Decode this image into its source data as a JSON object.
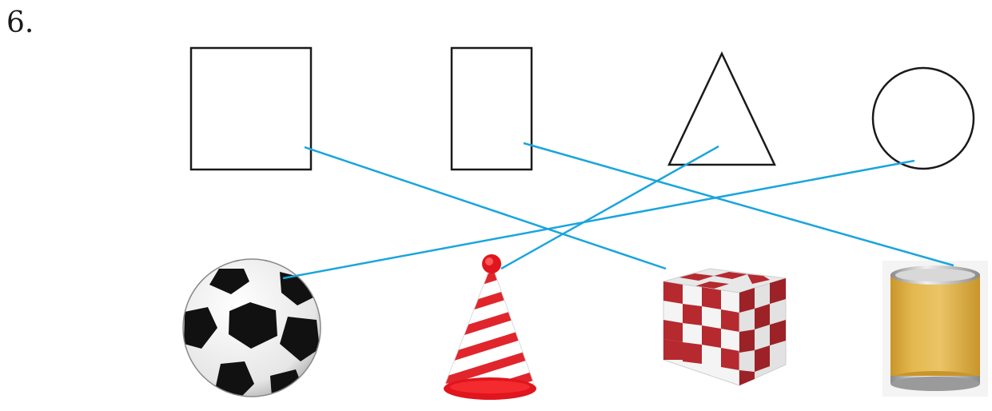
{
  "question_number": "6.",
  "line_color": "#19a5dd",
  "shapes": [
    {
      "id": "square",
      "icon": "square-icon"
    },
    {
      "id": "rectangle",
      "icon": "rectangle-icon"
    },
    {
      "id": "triangle",
      "icon": "triangle-icon"
    },
    {
      "id": "circle",
      "icon": "circle-icon"
    }
  ],
  "objects": [
    {
      "id": "soccer-ball",
      "icon": "soccer-ball-icon"
    },
    {
      "id": "party-hat",
      "icon": "party-hat-icon"
    },
    {
      "id": "checkered-cube",
      "icon": "cube-icon"
    },
    {
      "id": "cylinder-can",
      "icon": "cylinder-can-icon"
    }
  ],
  "matches": [
    {
      "shape": "square",
      "object": "checkered-cube"
    },
    {
      "shape": "rectangle",
      "object": "cylinder-can"
    },
    {
      "shape": "triangle",
      "object": "party-hat"
    },
    {
      "shape": "circle",
      "object": "soccer-ball"
    }
  ]
}
